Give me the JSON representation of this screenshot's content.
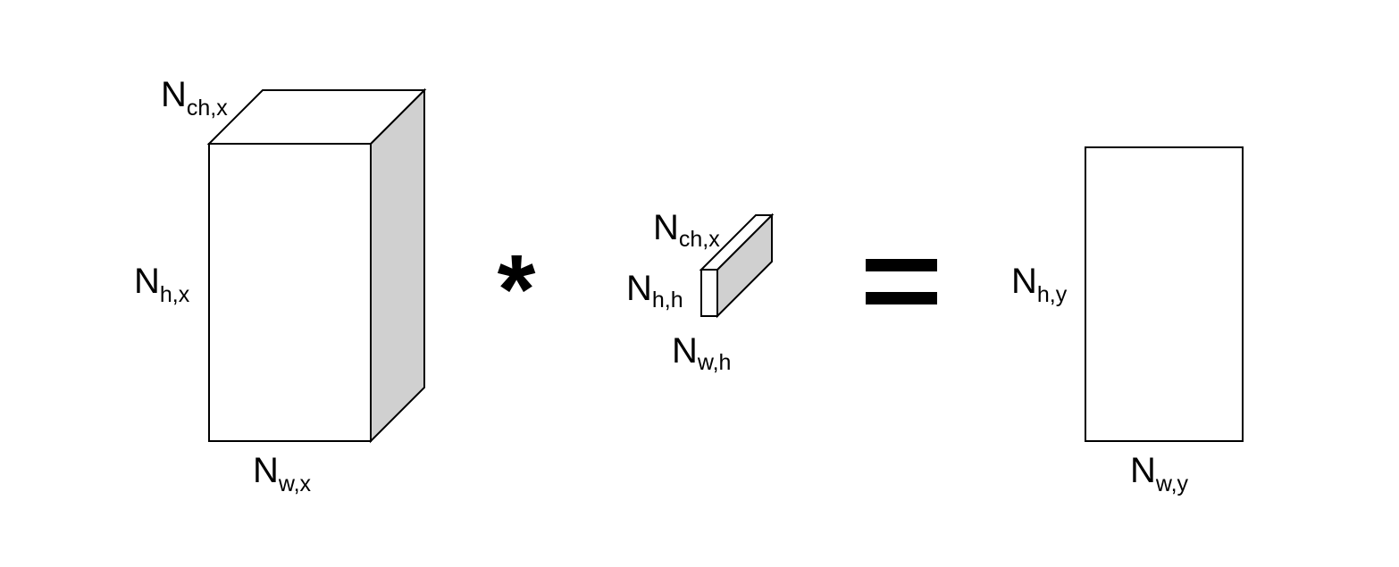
{
  "colors": {
    "stroke": "#000000",
    "face": "#ffffff",
    "side_shade": "#d0d0d0"
  },
  "input_tensor": {
    "channels_label": {
      "base": "N",
      "sub": "ch,x"
    },
    "height_label": {
      "base": "N",
      "sub": "h,x"
    },
    "width_label": {
      "base": "N",
      "sub": "w,x"
    }
  },
  "operator": "*",
  "kernel": {
    "channels_label": {
      "base": "N",
      "sub": "ch,x"
    },
    "height_label": {
      "base": "N",
      "sub": "h,h"
    },
    "width_label": {
      "base": "N",
      "sub": "w,h"
    }
  },
  "equals": "=",
  "output": {
    "height_label": {
      "base": "N",
      "sub": "h,y"
    },
    "width_label": {
      "base": "N",
      "sub": "w,y"
    }
  }
}
